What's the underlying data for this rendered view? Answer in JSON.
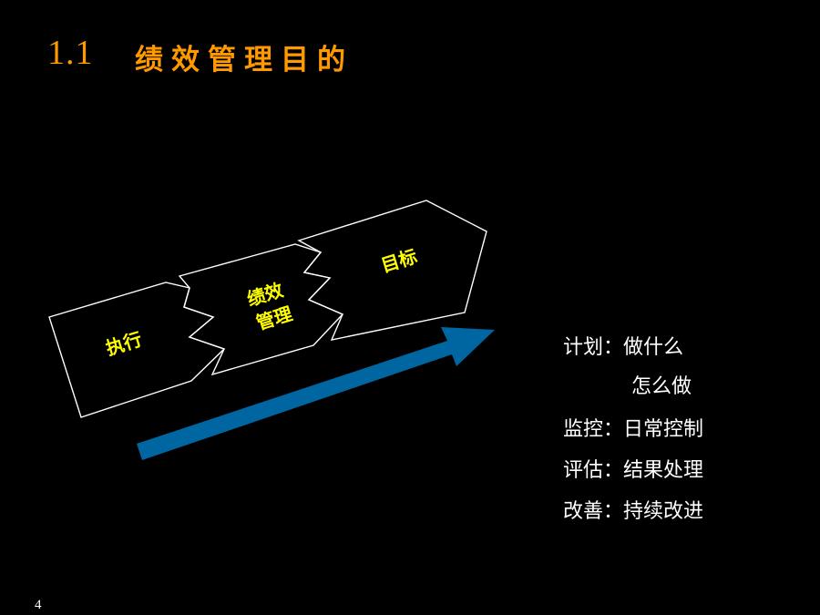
{
  "slide": {
    "section_number": "1.1",
    "title": "绩效管理目的",
    "page_number": "4"
  },
  "diagram": {
    "stages": [
      {
        "label": "执行"
      },
      {
        "label_line1": "绩效",
        "label_line2": "管理"
      },
      {
        "label": "目标"
      }
    ],
    "arrow_color": "#0066a1",
    "outline_color": "#ffffff",
    "label_color": "#ffff00"
  },
  "list": {
    "items": [
      {
        "text": "计划：做什么"
      },
      {
        "text": "怎么做"
      },
      {
        "text": "监控：日常控制"
      },
      {
        "text": "评估：结果处理"
      },
      {
        "text": "改善：持续改进"
      }
    ]
  },
  "colors": {
    "background": "#000000",
    "title": "#ff9900",
    "text": "#ffffff"
  }
}
